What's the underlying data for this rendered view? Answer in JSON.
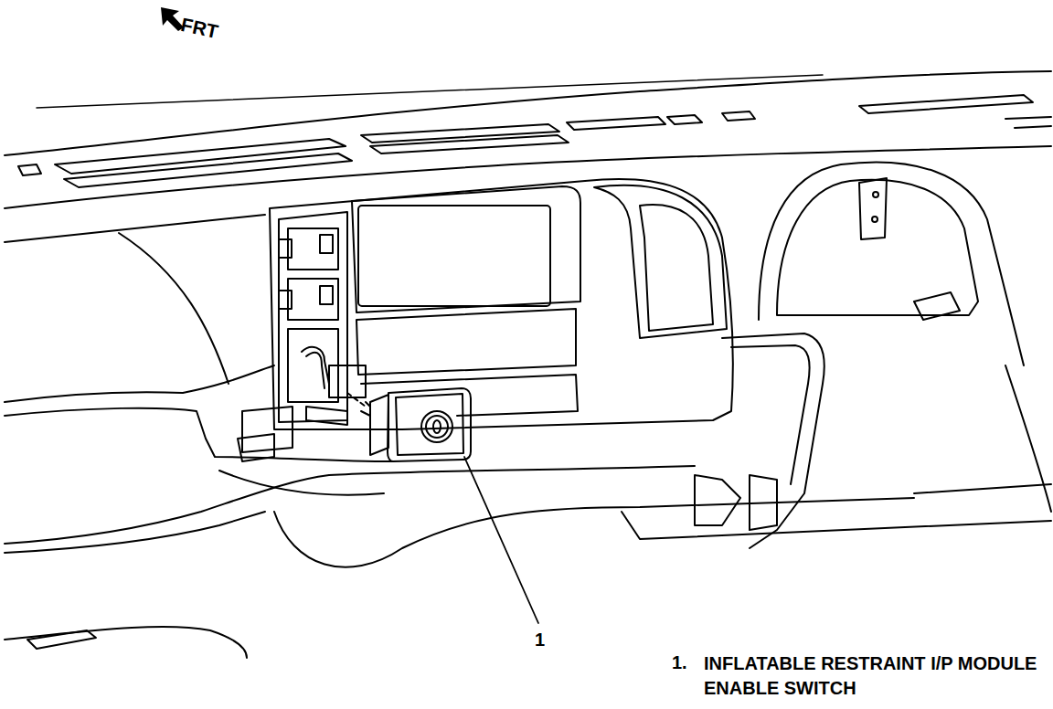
{
  "diagram": {
    "labels": [
      "FRT",
      "1",
      "1.",
      "INFLATABLE RESTRAINT I/P MODULE ENABLE SWITCH"
    ]
  }
}
